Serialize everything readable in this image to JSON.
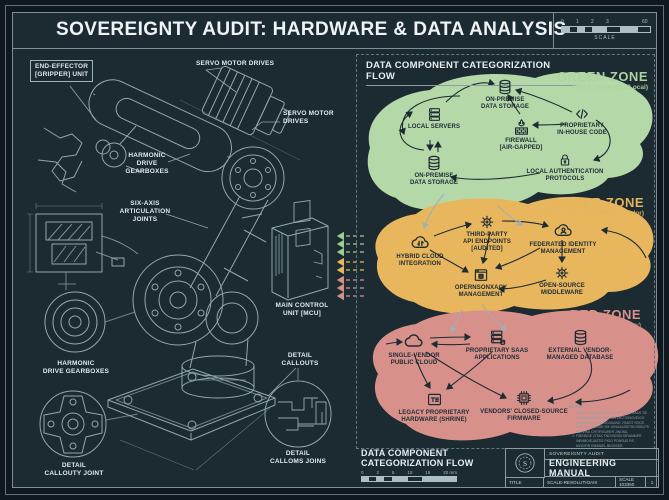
{
  "title": "SOVEREIGNTY AUDIT: HARDWARE & DATA ANALYSIS",
  "top_scale": {
    "ticks": [
      "0",
      "1",
      "2",
      "3",
      "60"
    ],
    "label": "SCALE"
  },
  "colors": {
    "background": "#1c2a32",
    "green_zone": "#b5d8a8",
    "amber_zone": "#e8b65d",
    "red_zone": "#d8918a",
    "ink": "#1d2b33",
    "line": "#9fb3ba"
  },
  "robot": {
    "labels": {
      "end_effector": "END-EFFECTOR\n[GRIPPER] UNIT",
      "servo_top": "SERVO MOTOR DRIVES",
      "servo_right": "SERVO MOTOR\nDRIVES",
      "harmonic_mid": "HARMONIC\nDRIVE\nGEARBOXES",
      "six_axis": "SIX-AXIS\nARTICULATION\nJOINTS",
      "mcu": "MAIN CONTROL\nUNIT [MCU]",
      "harmonic_bottom": "HARMONIC\nDRIVE GEARBOXES",
      "detail_callouts": "DETAIL\nCALLOUTS",
      "detail_joint": "DETAIL\nCALLOUTY JOINT",
      "detail_wiring": "DETAIL\nCALLOMS JOINS"
    }
  },
  "panel": {
    "header": "DATA COMPONENT CATEGORIZATION FLOW",
    "footer": "DATA COMPONENT\nCATEGORIZATION FLOW",
    "footer_scale_ticks": [
      "0",
      "2",
      "5",
      "10",
      "15",
      "20 mm"
    ],
    "zones": {
      "green": {
        "name": "GREEN ZONE",
        "tier": "(Tier 1: Sovereign/Local)",
        "nodes": [
          {
            "icon": "database",
            "label": "ON-PREMISE\nDATA STORAGE"
          },
          {
            "icon": "server",
            "label": "LOCAL SERVERS"
          },
          {
            "icon": "firewall",
            "label": "FIREWALL\n[AIR-GAPPED]"
          },
          {
            "icon": "code",
            "label": "PROPRIETARY\nIN-HOUSE CODE"
          },
          {
            "icon": "lock",
            "label": "LOCAL AUTHENTICATION\nPROTOCOLS"
          },
          {
            "icon": "database",
            "label": "ON-PREMISE\nDATA STORAGE"
          }
        ]
      },
      "amber": {
        "name": "AMBER ZONE",
        "tier": "(Tier 2: Distributed/Multi-vendor)",
        "nodes": [
          {
            "icon": "cloud-sync",
            "label": "HYBRID CLOUD\nINTEGRATION"
          },
          {
            "icon": "gear",
            "label": "THIRD-PARTY\nAPI ENDPOINTS\n[AUDITED]"
          },
          {
            "icon": "cloud-user",
            "label": "FEDERATED IDENTITY\nMANAGEMENT"
          },
          {
            "icon": "window-gear",
            "label": "OPERNSONXACY\nMANAGEMENT"
          },
          {
            "icon": "gear",
            "label": "OPEN-SOURCE\nMIDDLEWARE"
          }
        ]
      },
      "red": {
        "name": "RED ZONE",
        "tier": "(Tier 3: Dependent/Shrine/Proprietary)",
        "nodes": [
          {
            "icon": "cloud",
            "label": "SINGLE-VENDOR\nPUBLIC CLOUD"
          },
          {
            "icon": "saas",
            "label": "PROPRIETARY SAAS\nAPPLICATIONS"
          },
          {
            "icon": "database",
            "label": "EXTERNAL VENDOR-\nMANAGED DATABASE"
          },
          {
            "icon": "legacy",
            "label": "LEGACY PROPRIETARY\nHARDWARE (SHRINE)"
          },
          {
            "icon": "chip",
            "label": "VENDORS' CLOSED-SOURCE\nFIRMWARE"
          }
        ]
      }
    }
  },
  "titleblock": {
    "project": "SOVEREIGNTY AUDIT",
    "doc": "ENGINEERING MANUAL",
    "cells": [
      "TITLE",
      "SCALE-RESOLUTIOAIII",
      "SCALE 103350",
      "1"
    ]
  },
  "notes": {
    "heading": "NOTES",
    "items": [
      "SANS IGEARBADE TES INGRIGER SAAS TIE INIGMBILIADAD GREJUR DICTIONGVEIGO INAUMOIDE IDEJOGIGIAND -PADST ROCE GINGECKBENGE ISK IGNUALBISTIKGIDELPS BETIPAS CRTIFIGURER JINOSA.",
      "FIBRIDGE CITAX TNOVIDSDOGRAMMER INBIMIDIEJUSTIZ PIGO PONSUS RE-MODIFIR EMANIEL BIGOSER."
    ]
  }
}
